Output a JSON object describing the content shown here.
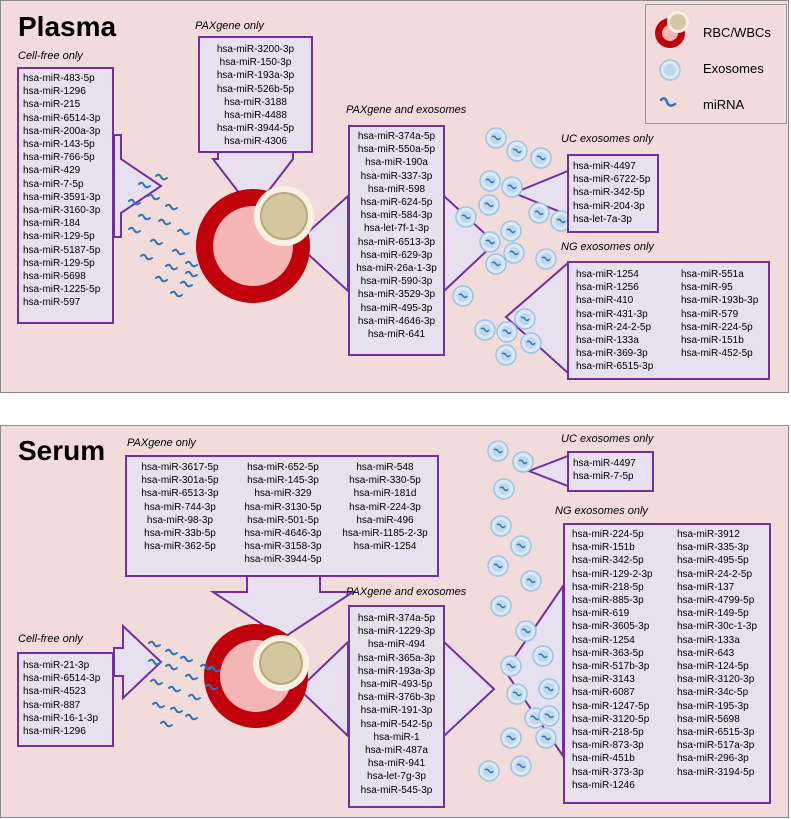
{
  "plasma": {
    "title": "Plasma",
    "cell_free": {
      "label": "Cell-free only",
      "items": [
        "hsa-miR-483-5p",
        "hsa-miR-1296",
        "hsa-miR-215",
        "hsa-miR-6514-3p",
        "hsa-miR-200a-3p",
        "hsa-miR-143-5p",
        "hsa-miR-766-5p",
        "hsa-miR-429",
        "hsa-miR-7-5p",
        "hsa-miR-3591-3p",
        "hsa-miR-3160-3p",
        "hsa-miR-184",
        "hsa-miR-129-5p",
        "hsa-miR-5187-5p",
        "hsa-miR-129-5p",
        "hsa-miR-5698",
        "hsa-miR-1225-5p",
        "hsa-miR-597"
      ]
    },
    "paxgene_only": {
      "label": "PAXgene only",
      "items": [
        "hsa-miR-3200-3p",
        "hsa-miR-150-3p",
        "hsa-miR-193a-3p",
        "hsa-miR-526b-5p",
        "hsa-miR-3188",
        "hsa-miR-4488",
        "hsa-miR-3944-5p",
        "hsa-miR-4306"
      ]
    },
    "paxgene_exosomes": {
      "label": "PAXgene and exosomes",
      "items": [
        "hsa-miR-374a-5p",
        "hsa-miR-550a-5p",
        "hsa-miR-190a",
        "hsa-miR-337-3p",
        "hsa-miR-598",
        "hsa-miR-624-5p",
        "hsa-miR-584-3p",
        "hsa-let-7f-1-3p",
        "hsa-miR-6513-3p",
        "hsa-miR-629-3p",
        "hsa-miR-26a-1-3p",
        "hsa-miR-590-3p",
        "hsa-miR-3529-3p",
        "hsa-miR-495-3p",
        "hsa-miR-4646-3p",
        "hsa-miR-641"
      ]
    },
    "uc_exosomes": {
      "label": "UC exosomes only",
      "items": [
        "hsa-miR-4497",
        "hsa-miR-6722-5p",
        "hsa-miR-342-5p",
        "hsa-miR-204-3p",
        "hsa-let-7a-3p"
      ]
    },
    "ng_exosomes": {
      "label": "NG exosomes only",
      "col1": [
        "hsa-miR-1254",
        "hsa-miR-1256",
        "hsa-miR-410",
        "hsa-miR-431-3p",
        "hsa-miR-24-2-5p",
        "hsa-miR-133a",
        "hsa-miR-369-3p",
        "hsa-miR-6515-3p"
      ],
      "col2": [
        "hsa-miR-551a",
        "hsa-miR-95",
        "hsa-miR-193b-3p",
        "hsa-miR-579",
        "hsa-miR-224-5p",
        "hsa-miR-151b",
        "hsa-miR-452-5p"
      ]
    }
  },
  "serum": {
    "title": "Serum",
    "cell_free": {
      "label": "Cell-free only",
      "items": [
        "hsa-miR-21-3p",
        "hsa-miR-6514-3p",
        "hsa-miR-4523",
        "hsa-miR-887",
        "hsa-miR-16-1-3p",
        "hsa-miR-1296"
      ]
    },
    "paxgene_only": {
      "label": "PAXgene only",
      "col1": [
        "hsa-miR-3617-5p",
        "hsa-miR-301a-5p",
        "hsa-miR-6513-3p",
        "hsa-miR-744-3p",
        "hsa-miR-98-3p",
        "hsa-miR-33b-5p",
        "hsa-miR-362-5p"
      ],
      "col2": [
        "hsa-miR-652-5p",
        "hsa-miR-145-3p",
        "hsa-miR-329",
        "hsa-miR-3130-5p",
        "hsa-miR-501-5p",
        "hsa-miR-4646-3p",
        "hsa-miR-3158-3p",
        "hsa-miR-3944-5p"
      ],
      "col3": [
        "hsa-miR-548",
        "hsa-miR-330-5p",
        "hsa-miR-181d",
        "hsa-miR-224-3p",
        "hsa-miR-496",
        "hsa-miR-1185-2-3p",
        "hsa-miR-1254"
      ]
    },
    "paxgene_exosomes": {
      "label": "PAXgene and exosomes",
      "items": [
        "hsa-miR-374a-5p",
        "hsa-miR-1229-3p",
        "hsa-miR-494",
        "hsa-miR-365a-3p",
        "hsa-miR-193a-3p",
        "hsa-miR-493-5p",
        "hsa-miR-376b-3p",
        "hsa-miR-191-3p",
        "hsa-miR-542-5p",
        "hsa-miR-1",
        "hsa-miR-487a",
        "hsa-miR-941",
        "hsa-let-7g-3p",
        "hsa-miR-545-3p"
      ]
    },
    "uc_exosomes": {
      "label": "UC exosomes only",
      "items": [
        "hsa-miR-4497",
        "hsa-miR-7-5p"
      ]
    },
    "ng_exosomes": {
      "label": "NG exosomes only",
      "col1": [
        "hsa-miR-224-5p",
        "hsa-miR-151b",
        "hsa-miR-342-5p",
        "hsa-miR-129-2-3p",
        "hsa-miR-218-5p",
        "hsa-miR-885-3p",
        "hsa-miR-619",
        "hsa-miR-3605-3p",
        "hsa-miR-1254",
        "hsa-miR-363-5p",
        "hsa-miR-517b-3p",
        "hsa-miR-3143",
        "hsa-miR-6087",
        "hsa-miR-1247-5p",
        "hsa-miR-3120-5p",
        "hsa-miR-218-5p",
        "hsa-miR-873-3p",
        "hsa-miR-451b",
        "hsa-miR-373-3p",
        "hsa-miR-1246"
      ],
      "col2": [
        "hsa-miR-3912",
        "hsa-miR-335-3p",
        "hsa-miR-495-5p",
        "hsa-miR-24-2-5p",
        "hsa-miR-137",
        "hsa-miR-4799-5p",
        "hsa-miR-149-5p",
        "hsa-miR-30c-1-3p",
        "hsa-miR-133a",
        "hsa-miR-643",
        "hsa-miR-124-5p",
        "hsa-miR-3120-3p",
        "hsa-miR-34c-5p",
        "hsa-miR-195-3p",
        "hsa-miR-5698",
        "hsa-miR-6515-3p",
        "hsa-miR-517a-3p",
        "hsa-miR-296-3p",
        "hsa-miR-3194-5p"
      ]
    }
  },
  "legend": {
    "rbc": "RBC/WBCs",
    "exosomes": "Exosomes",
    "mirna": "miRNA"
  },
  "colors": {
    "panel_bg": "#f2dcdb",
    "box_fill": "#e6e0ef",
    "box_border": "#7030a0",
    "rbc_red": "#c0000a",
    "exosome_blue": "#bdd7ee",
    "mirna_blue": "#2e75b6"
  }
}
